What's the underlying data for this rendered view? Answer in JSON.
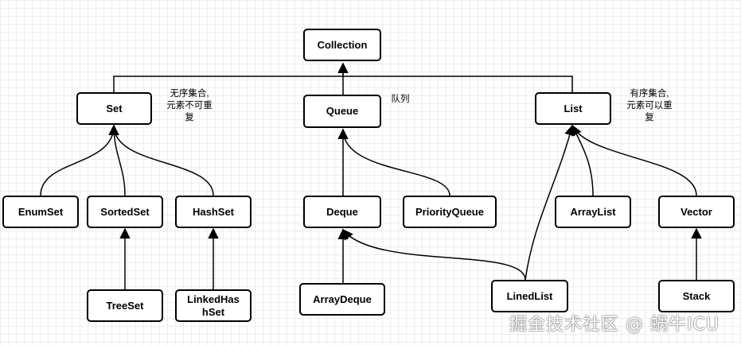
{
  "nodes": {
    "collection": "Collection",
    "set": "Set",
    "queue": "Queue",
    "list": "List",
    "enumset": "EnumSet",
    "sortedset": "SortedSet",
    "hashset": "HashSet",
    "deque": "Deque",
    "priorityqueue": "PriorityQueue",
    "arraylist": "ArrayList",
    "vector": "Vector",
    "treeset": "TreeSet",
    "linkedhashset": "LinkedHas\nhSet",
    "arraydeque": "ArrayDeque",
    "linedlist": "LinedList",
    "stack": "Stack"
  },
  "notes": {
    "set_note": "无序集合,\n元素不可重\n复",
    "queue_note": "队列",
    "list_note": "有序集合,\n元素可以重\n复"
  },
  "watermark": "掘金技术社区 @ 蜗牛ICU"
}
